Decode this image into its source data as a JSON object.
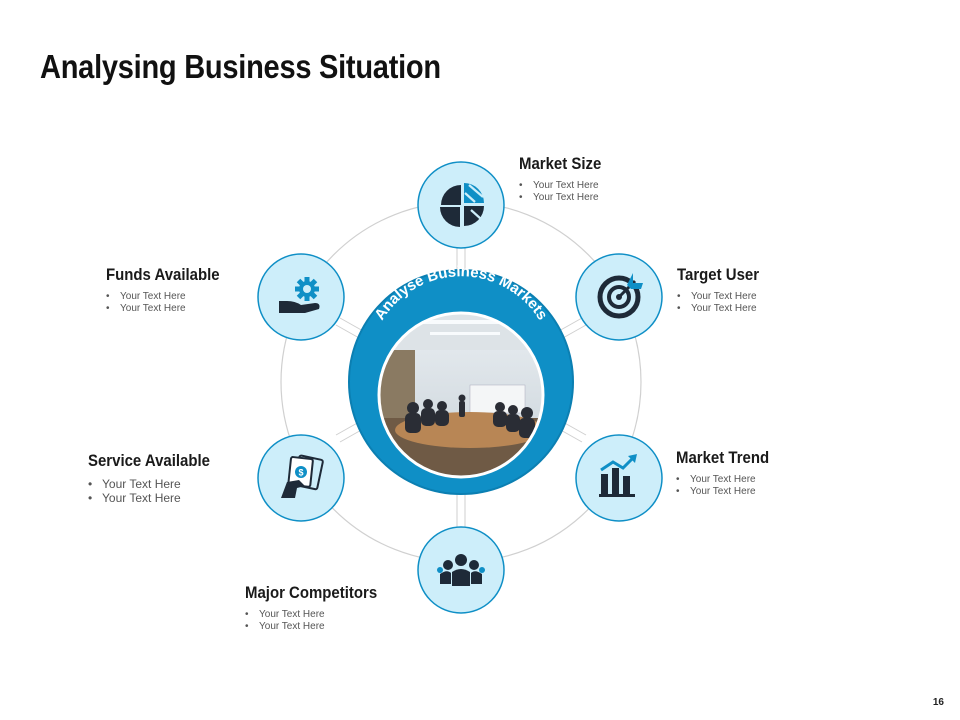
{
  "title": "Analysing Business Situation",
  "center_label": "Analyse Business Markets",
  "page_number": "16",
  "colors": {
    "accent": "#0f8fc6",
    "node_fill": "#cdeefa",
    "node_stroke": "#0f8fc6",
    "icon": "#1e2a38",
    "ring": "#d0d0d0"
  },
  "nodes": [
    {
      "id": "market-size",
      "heading": "Market Size",
      "icon": "pie-chart-icon",
      "items": [
        "Your Text Here",
        "Your Text Here"
      ]
    },
    {
      "id": "target-user",
      "heading": "Target User",
      "icon": "target-icon",
      "items": [
        "Your Text Here",
        "Your Text Here"
      ]
    },
    {
      "id": "market-trend",
      "heading": "Market Trend",
      "icon": "growth-chart-icon",
      "items": [
        "Your Text Here",
        "Your Text Here"
      ]
    },
    {
      "id": "major-competitors",
      "heading": "Major Competitors",
      "icon": "group-icon",
      "items": [
        "Your Text Here",
        "Your Text Here"
      ]
    },
    {
      "id": "service-available",
      "heading": "Service Available",
      "icon": "money-hand-icon",
      "items": [
        "Your Text Here",
        "Your Text Here"
      ]
    },
    {
      "id": "funds-available",
      "heading": "Funds Available",
      "icon": "hand-gear-icon",
      "items": [
        "Your Text Here",
        "Your Text Here"
      ]
    }
  ]
}
